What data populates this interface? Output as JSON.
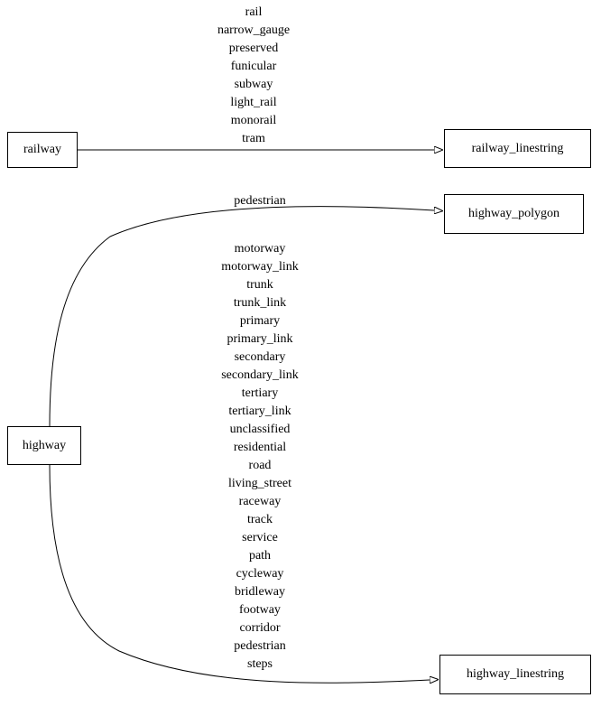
{
  "diagram": {
    "nodes": {
      "railway": {
        "label": "railway"
      },
      "railway_linestring": {
        "label": "railway_linestring"
      },
      "highway": {
        "label": "highway"
      },
      "highway_polygon": {
        "label": "highway_polygon"
      },
      "highway_linestring": {
        "label": "highway_linestring"
      }
    },
    "edges": {
      "railway_to_railway_linestring": {
        "from": "railway",
        "to": "railway_linestring",
        "label": "rail\nnarrow_gauge\npreserved\nfunicular\nsubway\nlight_rail\nmonorail\ntram"
      },
      "highway_to_highway_polygon": {
        "from": "highway",
        "to": "highway_polygon",
        "label": "pedestrian"
      },
      "highway_to_highway_linestring": {
        "from": "highway",
        "to": "highway_linestring",
        "label": "motorway\nmotorway_link\ntrunk\ntrunk_link\nprimary\nprimary_link\nsecondary\nsecondary_link\ntertiary\ntertiary_link\nunclassified\nresidential\nroad\nliving_street\nraceway\ntrack\nservice\npath\ncycleway\nbridleway\nfootway\ncorridor\npedestrian\nsteps"
      }
    },
    "colors": {
      "background": "#ffffff",
      "node_border": "#000000",
      "edge": "#000000",
      "text": "#000000"
    }
  }
}
